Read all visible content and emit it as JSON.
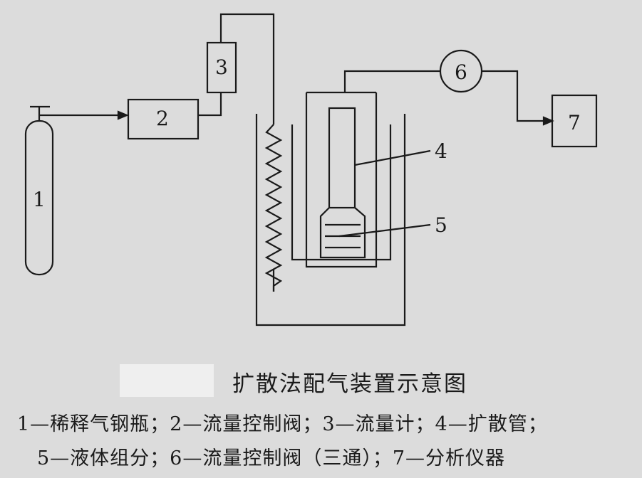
{
  "labels": {
    "n1": "1",
    "n2": "2",
    "n3": "3",
    "n4": "4",
    "n5": "5",
    "n6": "6",
    "n7": "7"
  },
  "caption": {
    "title": "扩散法配气装置示意图",
    "legend_line1": "1—稀释气钢瓶；2—流量控制阀；3—流量计；4—扩散管；",
    "legend_line2": "5—液体组分；6—流量控制阀（三通）；7—分析仪器"
  }
}
